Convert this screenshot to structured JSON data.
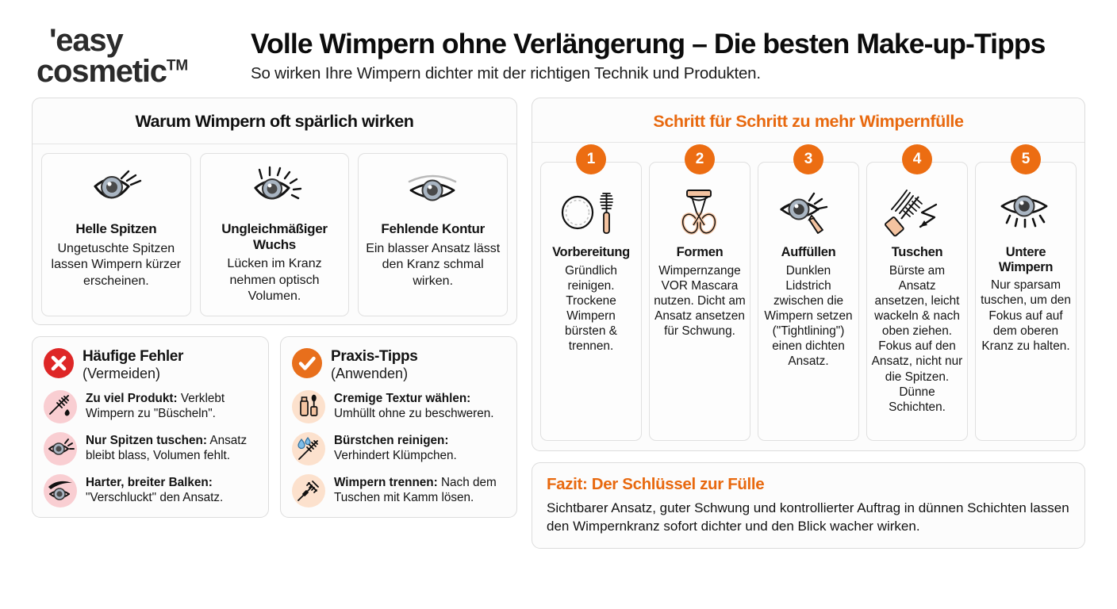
{
  "brand": {
    "line1": "'easy",
    "line2": "cosmetic",
    "tm": "TM"
  },
  "header": {
    "title": "Volle Wimpern ohne Verlängerung – Die besten Make-up-Tipps",
    "subtitle": "So wirken Ihre Wimpern dichter mit der richtigen Technik und Produkten."
  },
  "colors": {
    "orange": "#e8690f",
    "red": "#de2727",
    "pink_bg": "#f9ced2",
    "peach_bg": "#fce1cd",
    "iris": "#a9b5c2",
    "skin": "#f4c3a0",
    "border": "#dcdcdc"
  },
  "warum": {
    "title": "Warum Wimpern oft spärlich wirken",
    "cards": [
      {
        "icon": "eye-light-tips-icon",
        "title": "Helle Spitzen",
        "desc": "Ungetuschte Spitzen lassen Wimpern kürzer erscheinen."
      },
      {
        "icon": "eye-uneven-lashes-icon",
        "title": "Ungleichmäßiger Wuchs",
        "desc": "Lücken im Kranz nehmen optisch Volumen."
      },
      {
        "icon": "eye-no-contour-icon",
        "title": "Fehlende Kontur",
        "desc": "Ein blasser Ansatz lässt den Kranz schmal wirken."
      }
    ]
  },
  "mistakes": {
    "badge_icon": "x-mark-icon",
    "title": "Häufige Fehler",
    "subtitle": "(Vermeiden)",
    "items": [
      {
        "icon": "mascara-wand-clump-icon",
        "label": "Zu viel Produkt:",
        "text": " Verklebt Wimpern zu \"Büscheln\"."
      },
      {
        "icon": "eye-tips-only-icon",
        "label": "Nur Spitzen tuschen:",
        "text": " Ansatz bleibt blass, Volumen fehlt."
      },
      {
        "icon": "eye-thick-liner-icon",
        "label": "Harter, breiter Balken:",
        "text": " \"Verschluckt\" den Ansatz."
      }
    ]
  },
  "tips": {
    "badge_icon": "check-mark-icon",
    "title": "Praxis-Tipps",
    "subtitle": "(Anwenden)",
    "items": [
      {
        "icon": "mascara-tube-icon",
        "label": "Cremige Textur wählen:",
        "text": " Umhüllt ohne zu beschweren."
      },
      {
        "icon": "brush-cleaning-icon",
        "label": "Bürstchen reinigen:",
        "text": " Verhindert Klümpchen."
      },
      {
        "icon": "lash-comb-icon",
        "label": "Wimpern trennen:",
        "text": " Nach dem Tuschen mit Kamm lösen."
      }
    ]
  },
  "steps": {
    "title": "Schritt für Schritt zu mehr Wimpernfülle",
    "items": [
      {
        "num": "1",
        "icon": "cotton-pad-spoolie-icon",
        "title": "Vorbereitung",
        "desc": "Gründlich reinigen. Trockene Wimpern bürsten & trennen."
      },
      {
        "num": "2",
        "icon": "eyelash-curler-icon",
        "title": "Formen",
        "desc": "Wimpernzange VOR Mascara nutzen. Dicht am Ansatz ansetzen für Schwung."
      },
      {
        "num": "3",
        "icon": "eye-pencil-tightline-icon",
        "title": "Auffüllen",
        "desc": "Dunklen Lidstrich zwischen die Wimpern setzen (\"Tightlining\") einen dichten Ansatz."
      },
      {
        "num": "4",
        "icon": "mascara-zigzag-icon",
        "title": "Tuschen",
        "desc": "Bürste am Ansatz ansetzen, leicht wackeln & nach oben ziehen. Fokus auf den Ansatz, nicht nur die Spitzen. Dünne Schichten."
      },
      {
        "num": "5",
        "icon": "eye-lower-lashes-icon",
        "title": "Untere Wimpern",
        "desc": "Nur sparsam tuschen, um den Fokus auf auf dem oberen Kranz zu halten."
      }
    ]
  },
  "fazit": {
    "title": "Fazit: Der Schlüssel zur Fülle",
    "text": "Sichtbarer Ansatz, guter Schwung und kontrollierter Auftrag in dünnen Schichten lassen den Wimpernkranz sofort dichter und den Blick wacher wirken."
  }
}
